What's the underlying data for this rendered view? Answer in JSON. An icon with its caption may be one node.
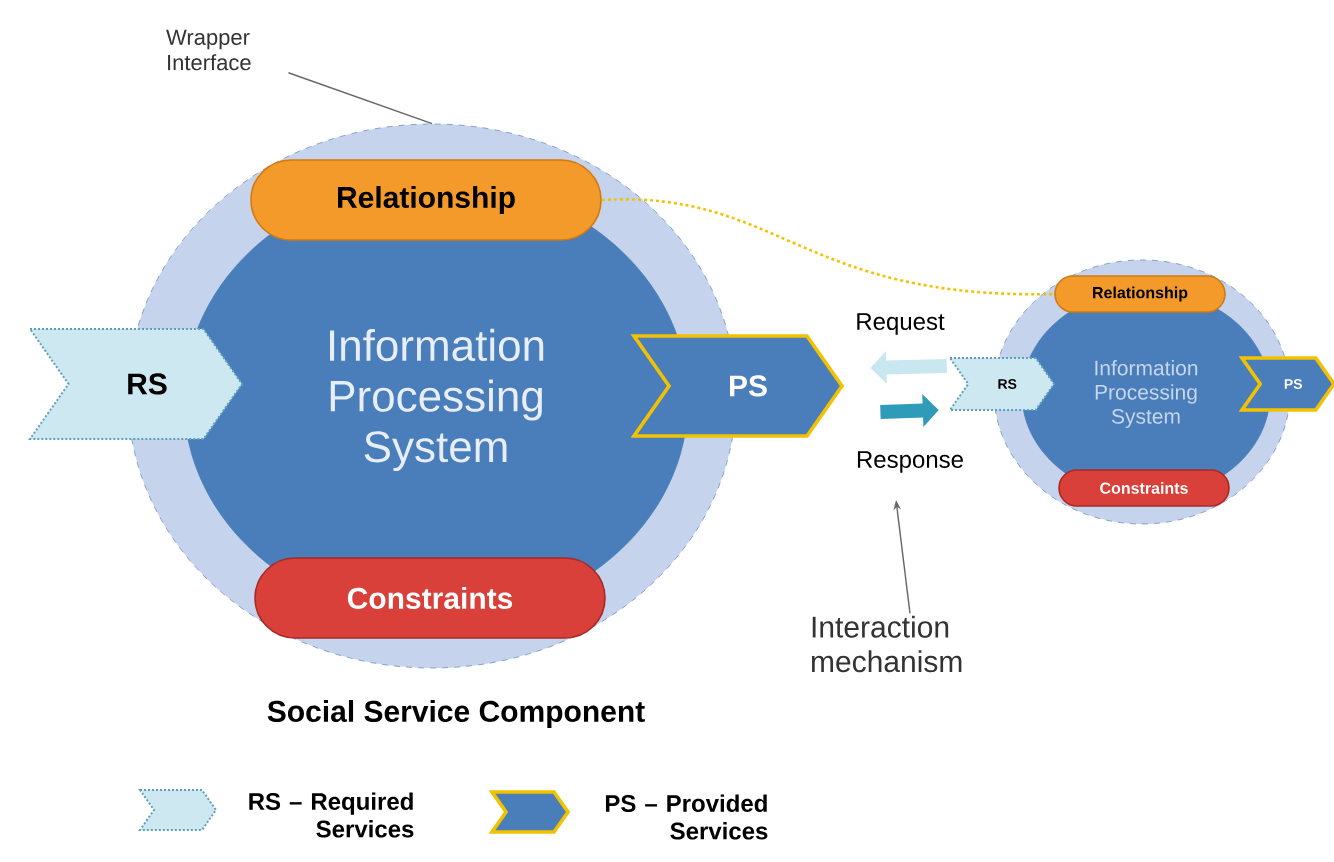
{
  "diagram": {
    "nodes": [
      {
        "text": [],
        "shape": "circle",
        "beside": [
          "Social Service Component"
        ]
      },
      {
        "text": [
          "Information Processing System"
        ],
        "in": 0
      },
      {
        "text": [
          "Relationship"
        ],
        "in": 0
      },
      {
        "text": [
          "Constraints"
        ],
        "in": 0
      },
      {
        "text": [
          "RS"
        ]
      },
      {
        "text": [
          "PS"
        ]
      },
      {
        "text": [
          "Wrapper Interface"
        ]
      },
      {
        "text": [],
        "shape": "circle"
      },
      {
        "text": [
          "Information Processing System"
        ],
        "in": 7
      },
      {
        "text": [
          "Relationship"
        ],
        "in": 7
      },
      {
        "text": [
          "Constraints"
        ],
        "in": 7
      },
      {
        "text": [
          "RS"
        ]
      },
      {
        "text": [
          "PS"
        ]
      },
      {
        "text": [
          "Interaction mechanism"
        ]
      }
    ],
    "edges": [
      {
        "from": 6,
        "to": 0,
        "arrow": "none"
      },
      {
        "from": 2,
        "to": 9,
        "arrow": "none",
        "style": "dashed",
        "color": "#f2c200"
      },
      {
        "from": 11,
        "to": 5,
        "arrow": "to",
        "label": "Request",
        "style": "thick",
        "color": "#c9e7f1"
      },
      {
        "from": 5,
        "to": 11,
        "arrow": "to",
        "label": "Response",
        "style": "thick",
        "color": "#2e9cb8"
      },
      {
        "from": 13,
        "to": null,
        "arrow": "to"
      }
    ],
    "legend": [
      {
        "text": "RS – Required Services"
      },
      {
        "text": "PS – Provided Services"
      }
    ]
  }
}
